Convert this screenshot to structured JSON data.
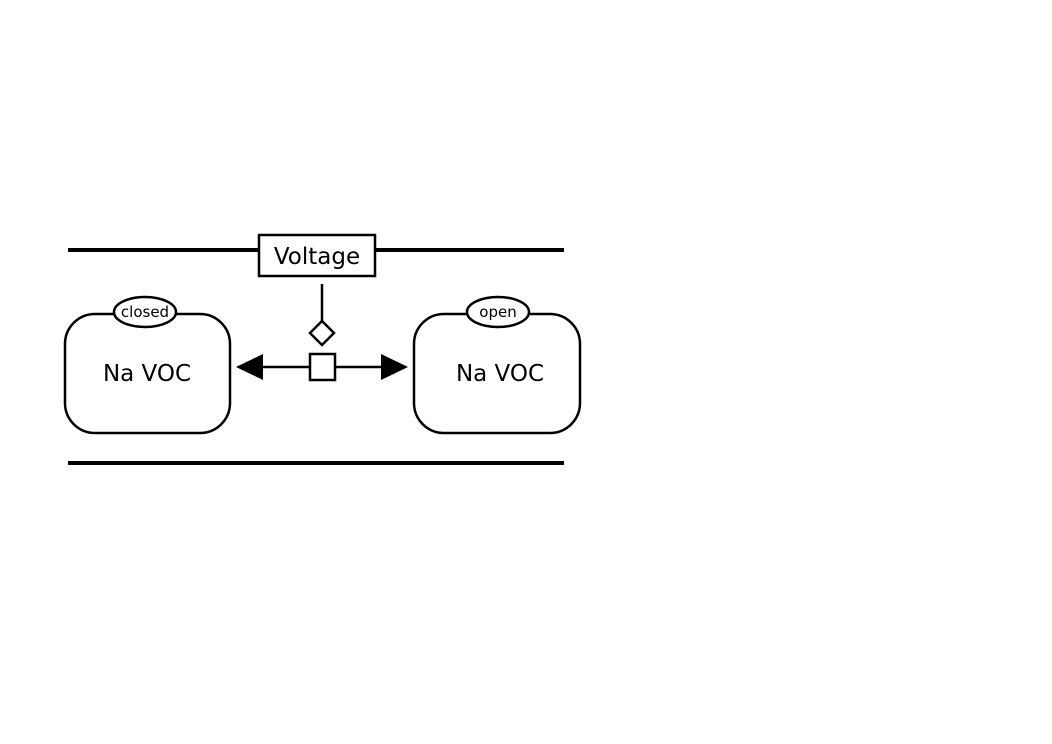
{
  "diagram": {
    "stimulus": {
      "label": "Voltage"
    },
    "entities": [
      {
        "label": "Na VOC",
        "state": "closed"
      },
      {
        "label": "Na VOC",
        "state": "open"
      }
    ]
  }
}
